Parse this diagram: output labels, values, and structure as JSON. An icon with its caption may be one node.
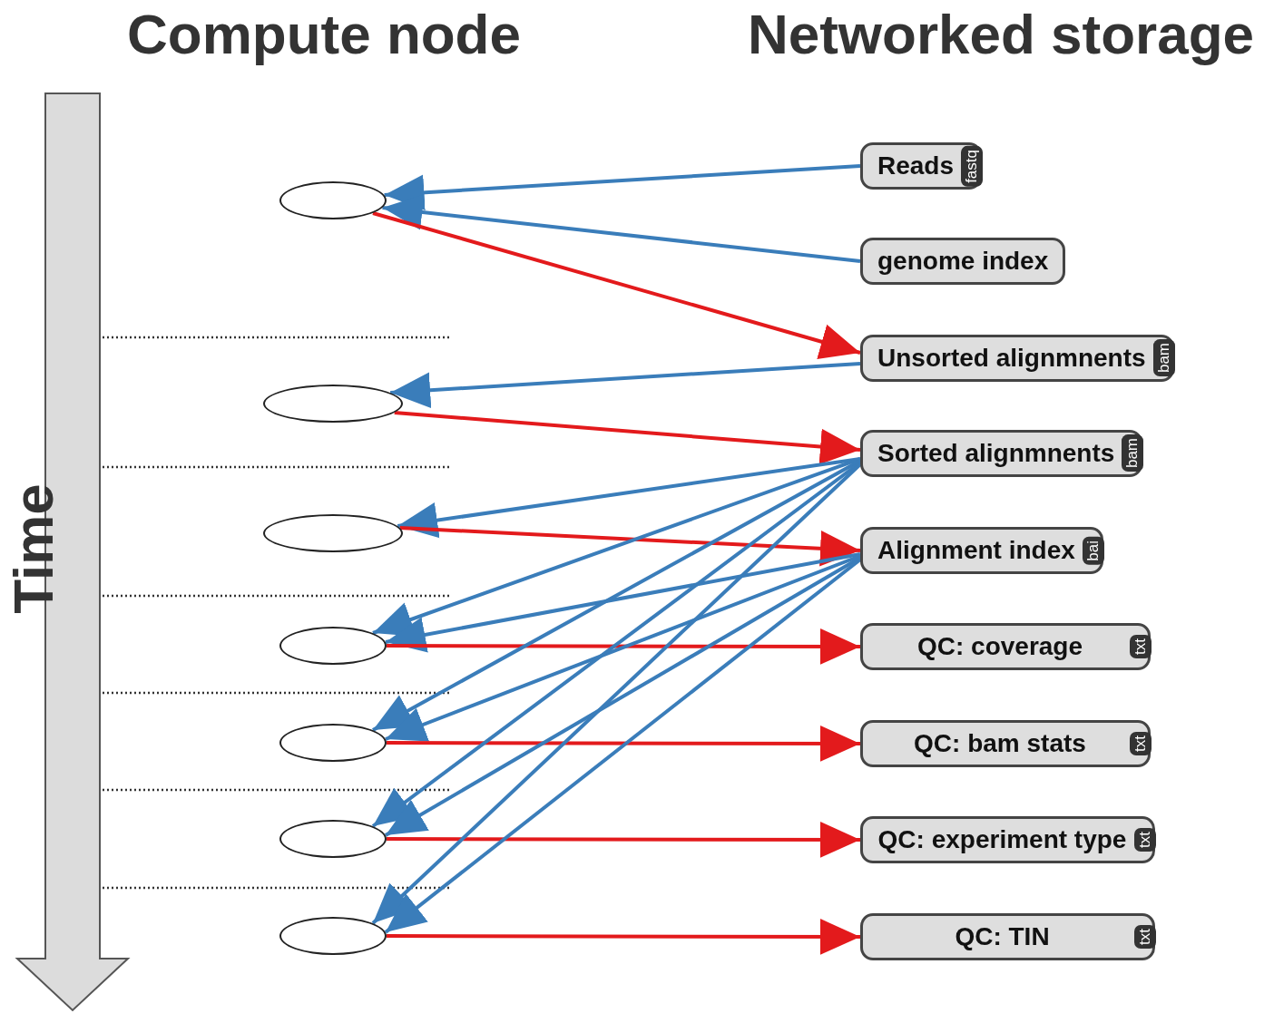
{
  "diagram": {
    "nodes": [
      {
        "text": [],
        "shape": "ellipse"
      },
      {
        "text": [
          "Reads",
          "fastq"
        ]
      },
      {
        "text": [
          "genome index"
        ]
      },
      {
        "text": [
          "Unsorted alignmnents",
          "bam"
        ]
      },
      {
        "text": [],
        "shape": "ellipse"
      },
      {
        "text": [
          "Sorted alignmnents",
          "bam"
        ]
      },
      {
        "text": [],
        "shape": "ellipse"
      },
      {
        "text": [
          "Alignment index",
          "bai"
        ]
      },
      {
        "text": [],
        "shape": "ellipse"
      },
      {
        "text": [
          "QC: coverage",
          "txt"
        ]
      },
      {
        "text": [],
        "shape": "ellipse"
      },
      {
        "text": [
          "QC: bam stats",
          "txt"
        ]
      },
      {
        "text": [],
        "shape": "ellipse"
      },
      {
        "text": [
          "QC: experiment type",
          "txt"
        ]
      },
      {
        "text": [],
        "shape": "ellipse"
      },
      {
        "text": [
          "QC: TIN",
          "txt"
        ]
      }
    ],
    "edges": [
      {
        "from": 1,
        "to": 0,
        "arrow": "to"
      },
      {
        "from": 2,
        "to": 0,
        "arrow": "to"
      },
      {
        "from": 0,
        "to": 3,
        "arrow": "to",
        "color": "#e31a1c"
      },
      {
        "from": 3,
        "to": 4,
        "arrow": "to"
      },
      {
        "from": 4,
        "to": 5,
        "arrow": "to",
        "color": "#e31a1c"
      },
      {
        "from": 5,
        "to": 6,
        "arrow": "to"
      },
      {
        "from": 6,
        "to": 7,
        "arrow": "to",
        "color": "#e31a1c"
      },
      {
        "from": 5,
        "to": 8,
        "arrow": "to"
      },
      {
        "from": 7,
        "to": 8,
        "arrow": "to"
      },
      {
        "from": 8,
        "to": 9,
        "arrow": "to",
        "color": "#e31a1c"
      },
      {
        "from": 5,
        "to": 10,
        "arrow": "to"
      },
      {
        "from": 7,
        "to": 10,
        "arrow": "to"
      },
      {
        "from": 10,
        "to": 11,
        "arrow": "to",
        "color": "#e31a1c"
      },
      {
        "from": 5,
        "to": 12,
        "arrow": "to"
      },
      {
        "from": 7,
        "to": 12,
        "arrow": "to"
      },
      {
        "from": 12,
        "to": 13,
        "arrow": "to",
        "color": "#e31a1c"
      },
      {
        "from": 5,
        "to": 14,
        "arrow": "to"
      },
      {
        "from": 7,
        "to": 14,
        "arrow": "to"
      },
      {
        "from": 14,
        "to": 15,
        "arrow": "to",
        "color": "#e31a1c"
      }
    ],
    "labels": [
      "Compute node",
      "Networked storage",
      "Time"
    ]
  }
}
